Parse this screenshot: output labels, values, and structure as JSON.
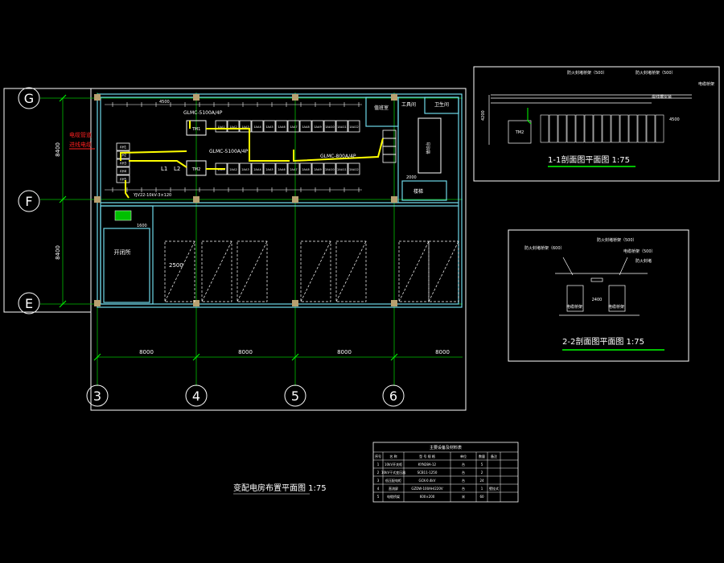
{
  "colors": {
    "background": "#000000",
    "frame": "#ffffff",
    "wall": "#6fd8e8",
    "axis": "#00d000",
    "cable": "#ffff00",
    "highlight": "#00ff00",
    "note": "#ff2020"
  },
  "main_plan": {
    "title": "变配电房布置平面图 1:75",
    "row_axes": [
      "G",
      "F",
      "E"
    ],
    "col_axes": [
      "3",
      "4",
      "5",
      "6"
    ],
    "bay_dims": [
      "8000",
      "8000",
      "8000",
      "8000"
    ],
    "row_dims": [
      "8400",
      "8400"
    ],
    "notes": {
      "cable_trench": "电缆管道",
      "incoming": "进线电缆"
    },
    "room_labels": {
      "switch_room": "开闭所",
      "duty_room": "值班室",
      "tool_room": "工具间",
      "toilet": "卫生间",
      "stair": "楼梯",
      "duty_desk": "值班台"
    },
    "tags": {
      "bus_a": "GLMC-5100A/4P",
      "bus_b": "GLMC-5100A/4P",
      "bus_c": "GLMC-800A/4P",
      "cable_note": "YJV22-10kV-3×120",
      "line_l1": "L1",
      "line_l2": "L2",
      "dim_2500": "2500",
      "dim_4500": "4500",
      "dim_2000": "2000",
      "dim_1600": "1600"
    },
    "panel_labels_top": [
      "1AA1",
      "1AA2",
      "1AA3",
      "1AA4",
      "1AA5",
      "1AA6",
      "1AA7",
      "1AA8",
      "1AA9",
      "1AA10",
      "1AA11",
      "1AA12"
    ],
    "panel_labels_bottom": [
      "2AA1",
      "2AA2",
      "2AA3",
      "2AA4",
      "2AA5",
      "2AA6",
      "2AA7",
      "2AA8",
      "2AA9",
      "2AA10",
      "2AA11",
      "2AA12"
    ],
    "hv_panels": [
      "AH1",
      "AH2",
      "AH3",
      "AH4",
      "AH5"
    ],
    "transformers": [
      "TM1",
      "TM2"
    ]
  },
  "section_1": {
    "title": "1-1剖面图平面图  1:75",
    "label_a": "防火封堵桥架（500）",
    "label_b": "防火封堵桥架（500）",
    "label_c": "电缆桥架",
    "label_d": "母线槽安装",
    "dim_left": "4200",
    "dim_right": "4500",
    "transformer": "TM2"
  },
  "section_2": {
    "title": "2-2剖面图平面图  1:75",
    "label_a": "防火封堵桥架（600）",
    "label_b": "防火封堵桥架（500）",
    "label_c": "电缆桥架（500）",
    "label_d": "防火封堵",
    "label_e": "电缆桥架",
    "label_f": "电缆桥架",
    "dim": "2400"
  },
  "table": {
    "title": "主要设备及材料表",
    "headers": [
      "序号",
      "名 称",
      "型 号 规 格",
      "单位",
      "数量",
      "备注"
    ],
    "rows": [
      [
        "1",
        "10kV开关柜",
        "KYN28A-12",
        "台",
        "5",
        ""
      ],
      [
        "2",
        "10kV干式变压器",
        "SCB11-1250",
        "台",
        "2",
        ""
      ],
      [
        "3",
        "低压配电柜",
        "GCK-0.4kV",
        "台",
        "24",
        ""
      ],
      [
        "4",
        "直流屏",
        "GZDW-100AH/220V",
        "台",
        "1",
        "壁挂式"
      ],
      [
        "5",
        "电缆桥架",
        "600×200",
        "米",
        "60",
        ""
      ]
    ]
  }
}
